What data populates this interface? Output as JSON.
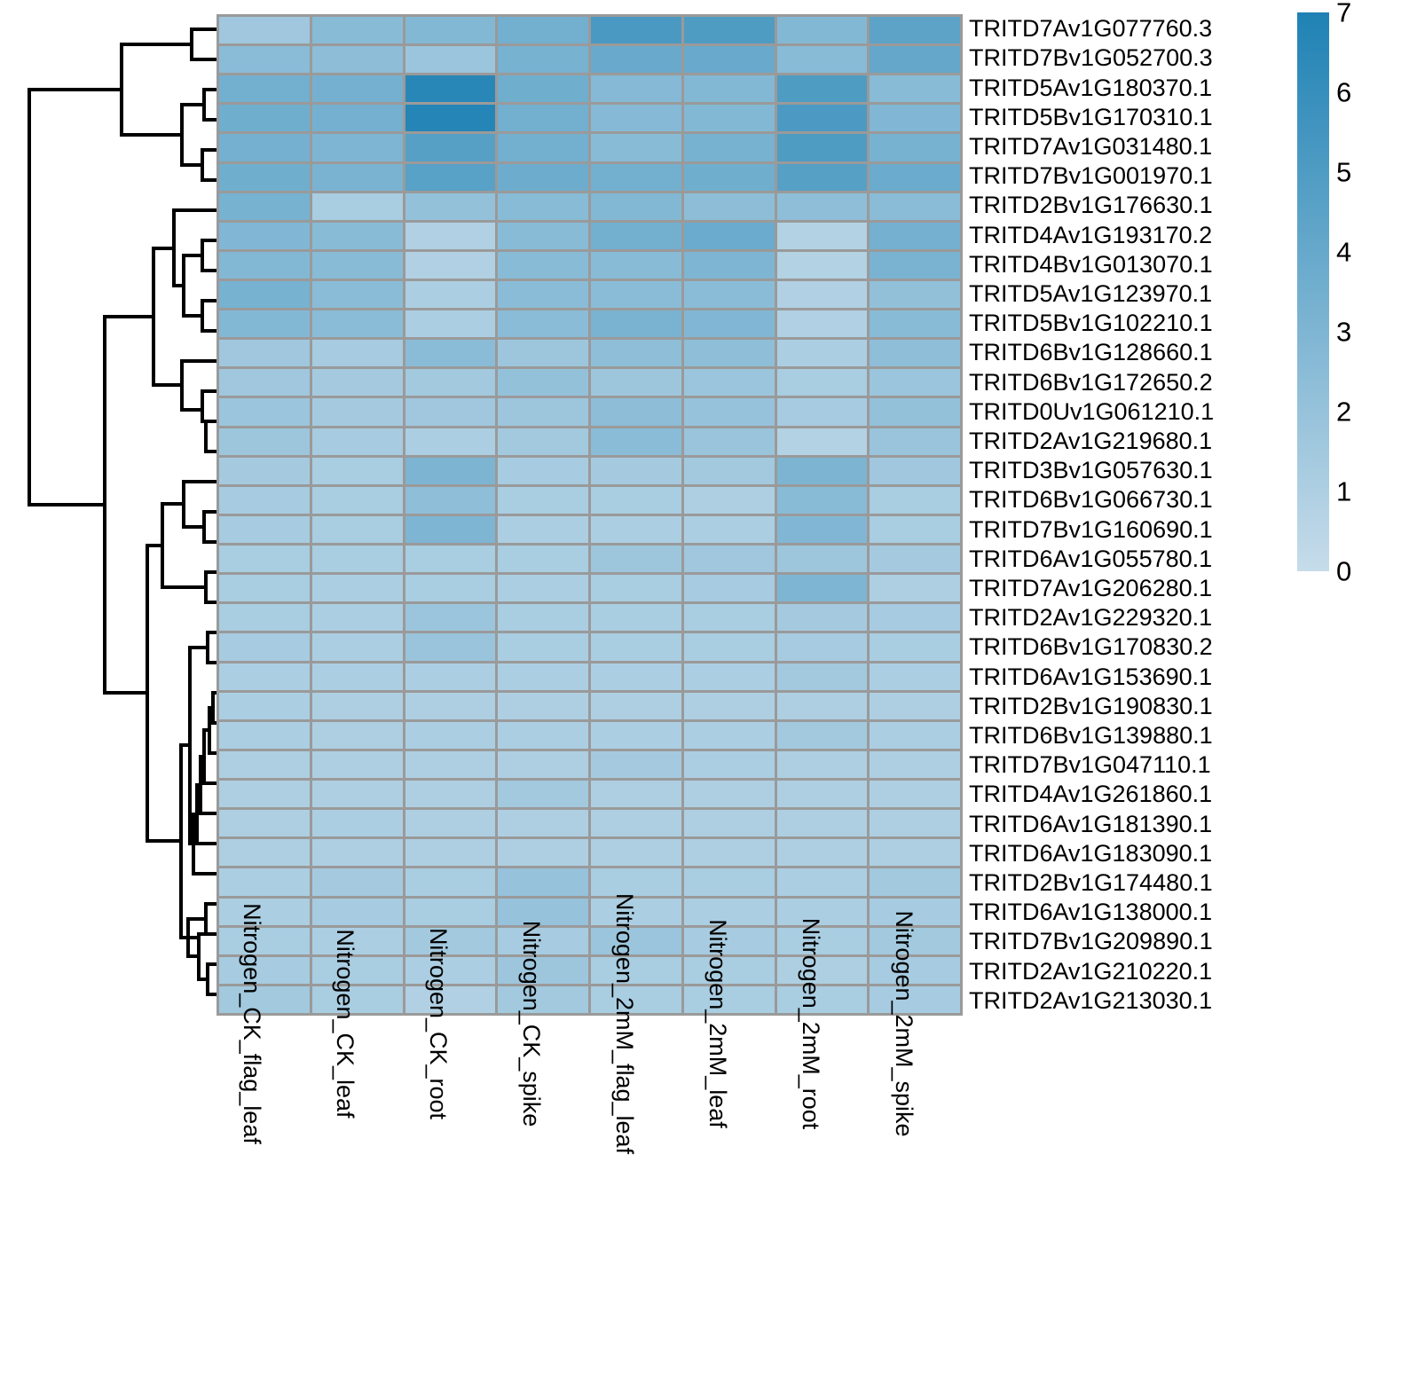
{
  "chart_data": {
    "type": "heatmap",
    "title": "",
    "xlabel": "",
    "ylabel": "",
    "colorbar": {
      "min": 0,
      "max": 7,
      "ticks": [
        7,
        6,
        5,
        4,
        3,
        2,
        1,
        0
      ],
      "low_color": "#c6dcea",
      "high_color": "#1f82b4",
      "label": ""
    },
    "grid": true,
    "cell_border_color": "#9a9a9a",
    "row_dendrogram": true,
    "column_dendrogram": false,
    "columns": [
      "Nitrogen_CK_flag_leaf",
      "Nitrogen_CK_leaf",
      "Nitrogen_CK_root",
      "Nitrogen_CK_spike",
      "Nitrogen_2mM_flag_leaf",
      "Nitrogen_2mM_leaf",
      "Nitrogen_2mM_root",
      "Nitrogen_2mM_spike"
    ],
    "rows": [
      "TRITD7Av1G077760.3",
      "TRITD7Bv1G052700.3",
      "TRITD5Av1G180370.1",
      "TRITD5Bv1G170310.1",
      "TRITD7Av1G031480.1",
      "TRITD7Bv1G001970.1",
      "TRITD2Bv1G176630.1",
      "TRITD4Av1G193170.2",
      "TRITD4Bv1G013070.1",
      "TRITD5Av1G123970.1",
      "TRITD5Bv1G102210.1",
      "TRITD6Bv1G128660.1",
      "TRITD6Bv1G172650.2",
      "TRITD0Uv1G061210.1",
      "TRITD2Av1G219680.1",
      "TRITD3Bv1G057630.1",
      "TRITD6Bv1G066730.1",
      "TRITD7Bv1G160690.1",
      "TRITD6Av1G055780.1",
      "TRITD7Av1G206280.1",
      "TRITD2Av1G229320.1",
      "TRITD6Bv1G170830.2",
      "TRITD6Av1G153690.1",
      "TRITD2Bv1G190830.1",
      "TRITD6Bv1G139880.1",
      "TRITD7Bv1G047110.1",
      "TRITD4Av1G261860.1",
      "TRITD6Av1G181390.1",
      "TRITD6Av1G183090.1",
      "TRITD2Bv1G174480.1",
      "TRITD6Av1G138000.1",
      "TRITD7Bv1G209890.1",
      "TRITD2Av1G210220.1",
      "TRITD2Av1G213030.1"
    ],
    "values": [
      [
        1.6,
        2.6,
        2.8,
        3.5,
        5.2,
        5.0,
        2.8,
        4.4
      ],
      [
        2.5,
        2.4,
        1.8,
        3.3,
        3.9,
        3.9,
        2.6,
        4.1
      ],
      [
        3.5,
        3.4,
        6.6,
        3.6,
        2.7,
        2.8,
        5.0,
        2.6
      ],
      [
        3.6,
        3.4,
        6.8,
        3.5,
        2.7,
        2.8,
        5.1,
        2.9
      ],
      [
        3.4,
        3.0,
        4.7,
        3.5,
        2.6,
        3.3,
        5.0,
        3.3
      ],
      [
        3.6,
        3.2,
        4.6,
        3.7,
        3.5,
        3.6,
        4.7,
        3.8
      ],
      [
        3.3,
        1.2,
        2.1,
        2.6,
        2.8,
        2.4,
        2.3,
        2.5
      ],
      [
        2.9,
        2.6,
        0.9,
        2.6,
        3.5,
        3.8,
        0.8,
        3.4
      ],
      [
        2.8,
        2.6,
        0.9,
        2.6,
        2.6,
        3.0,
        0.8,
        3.2
      ],
      [
        3.3,
        2.5,
        1.1,
        2.5,
        2.5,
        2.5,
        0.9,
        2.2
      ],
      [
        2.8,
        2.5,
        1.1,
        2.5,
        3.2,
        2.9,
        0.9,
        2.6
      ],
      [
        1.6,
        1.3,
        2.5,
        1.7,
        2.3,
        2.3,
        1.1,
        2.3
      ],
      [
        1.6,
        1.4,
        1.5,
        2.1,
        1.7,
        1.8,
        1.2,
        1.8
      ],
      [
        1.8,
        1.4,
        1.6,
        1.7,
        2.4,
        2.0,
        1.3,
        2.1
      ],
      [
        1.7,
        1.3,
        1.1,
        1.5,
        2.5,
        1.9,
        0.8,
        1.9
      ],
      [
        1.4,
        1.2,
        3.1,
        1.3,
        1.4,
        1.5,
        3.1,
        1.6
      ],
      [
        1.3,
        1.2,
        2.3,
        1.2,
        1.2,
        1.0,
        2.6,
        1.2
      ],
      [
        1.3,
        1.2,
        3.0,
        1.1,
        1.1,
        1.1,
        2.9,
        1.2
      ],
      [
        1.2,
        1.2,
        1.2,
        1.2,
        1.7,
        1.6,
        1.7,
        1.4
      ],
      [
        1.2,
        1.1,
        1.2,
        1.1,
        1.2,
        1.3,
        3.0,
        1.0
      ],
      [
        1.2,
        1.1,
        1.8,
        1.2,
        1.2,
        1.2,
        1.4,
        1.3
      ],
      [
        1.3,
        1.1,
        1.9,
        1.2,
        1.2,
        1.2,
        1.3,
        1.2
      ],
      [
        1.1,
        1.1,
        1.1,
        1.1,
        1.1,
        1.1,
        1.5,
        1.1
      ],
      [
        1.1,
        1.0,
        1.0,
        1.0,
        1.0,
        1.0,
        1.0,
        1.0
      ],
      [
        1.1,
        1.0,
        1.1,
        1.1,
        1.1,
        1.1,
        1.5,
        1.1
      ],
      [
        1.0,
        1.0,
        1.0,
        1.0,
        1.4,
        1.1,
        1.0,
        1.0
      ],
      [
        1.0,
        1.0,
        1.0,
        1.5,
        1.0,
        1.0,
        1.0,
        1.0
      ],
      [
        1.0,
        1.1,
        1.0,
        1.0,
        1.0,
        1.0,
        1.0,
        1.0
      ],
      [
        1.0,
        1.0,
        1.0,
        1.0,
        1.0,
        1.0,
        1.0,
        1.0
      ],
      [
        1.1,
        1.4,
        1.2,
        2.0,
        1.2,
        1.2,
        1.1,
        1.5
      ],
      [
        1.1,
        1.3,
        1.2,
        2.0,
        1.1,
        1.1,
        1.1,
        1.3
      ],
      [
        1.2,
        1.1,
        1.5,
        1.3,
        1.8,
        1.3,
        1.2,
        1.5
      ],
      [
        1.3,
        1.2,
        1.1,
        1.7,
        1.2,
        1.2,
        1.0,
        1.3
      ],
      [
        1.5,
        1.2,
        0.9,
        1.5,
        1.2,
        1.2,
        1.2,
        1.3
      ]
    ]
  }
}
